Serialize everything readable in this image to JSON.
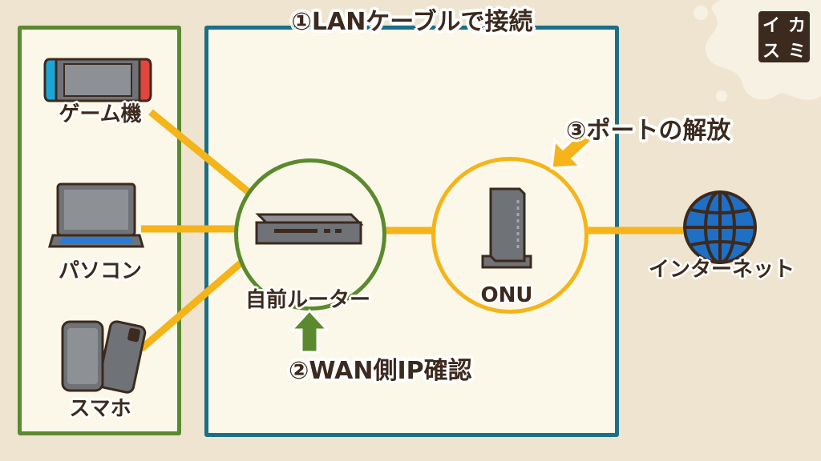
{
  "title": "①LANケーブルで接続",
  "step2": "②WAN側IP確認",
  "step3": "③ポートの解放",
  "devices": {
    "game": "ゲーム機",
    "pc": "パソコン",
    "phone": "スマホ"
  },
  "router": "自前ルーター",
  "onu": "ONU",
  "internet": "インターネット",
  "logo": [
    "イ",
    "カ",
    "ス",
    "ミ"
  ],
  "colors": {
    "green": "#5b8a2e",
    "teal": "#1b6f86",
    "yellow": "#f4b41a",
    "globe": "#1f6fc4",
    "text": "#3c2a1e",
    "background": "#efe4d0",
    "panel": "#fbf8ea"
  }
}
